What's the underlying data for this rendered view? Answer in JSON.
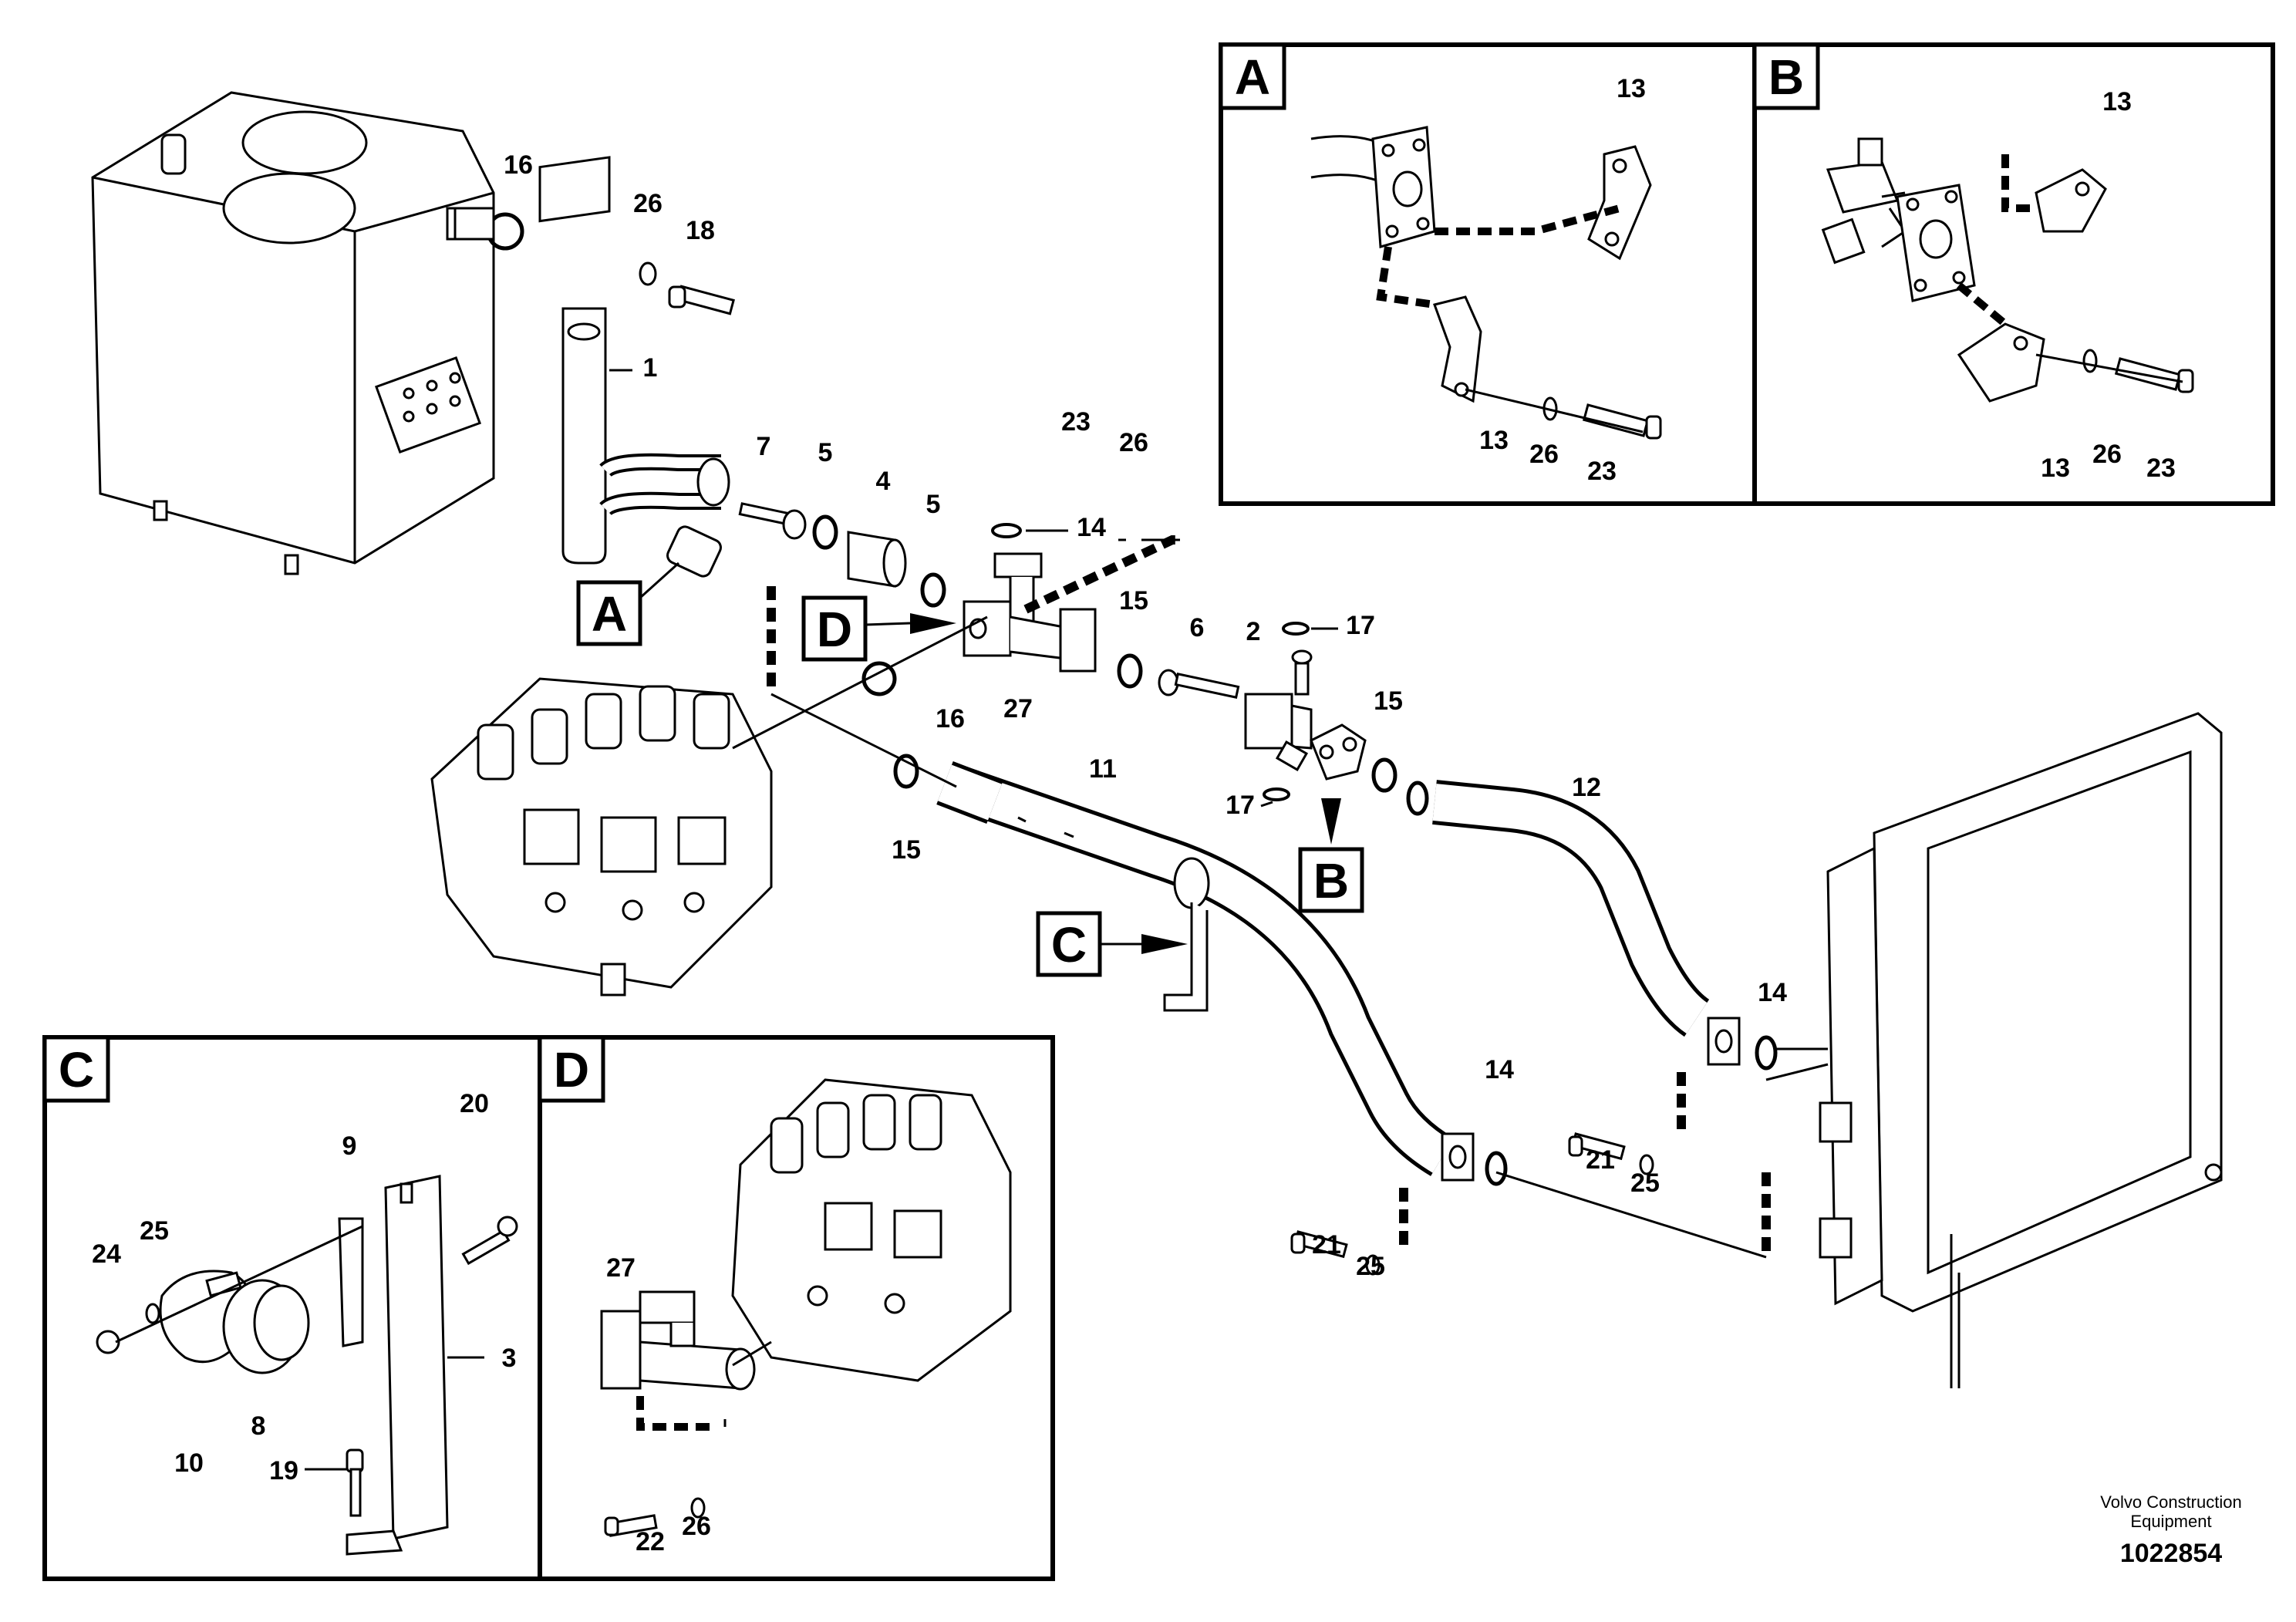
{
  "part_labels": {
    "c1": "1",
    "c2": "2",
    "c3": "3",
    "c4": "4",
    "c5a": "5",
    "c5b": "5",
    "c6": "6",
    "c7": "7",
    "c8": "8",
    "c9": "9",
    "c10": "10",
    "c11": "11",
    "c12": "12",
    "c13a1": "13",
    "c13a2": "13",
    "c13b1": "13",
    "c13b2": "13",
    "c14a": "14",
    "c14b": "14",
    "c14c": "14",
    "c15a": "15",
    "c15b": "15",
    "c15c": "15",
    "c16a": "16",
    "c16b": "16",
    "c17a": "17",
    "c17b": "17",
    "c18": "18",
    "c19": "19",
    "c20": "20",
    "c21a": "21",
    "c21b": "21",
    "c22": "22",
    "c23a": "23",
    "c23b": "23",
    "c23c": "23",
    "c24": "24",
    "c25a": "25",
    "c25b": "25",
    "c25c": "25",
    "c26a": "26",
    "c26b": "26",
    "c26c": "26",
    "c26d": "26",
    "c27a": "27",
    "c27b": "27"
  },
  "detail_callouts": {
    "A": "A",
    "B": "B",
    "C": "C",
    "D": "D"
  },
  "detail_panels": {
    "A": "A",
    "B": "B",
    "C": "C",
    "D": "D"
  },
  "footer": {
    "brand_line1": "Volvo Construction",
    "brand_line2": "Equipment",
    "drawing_number": "1022854"
  }
}
